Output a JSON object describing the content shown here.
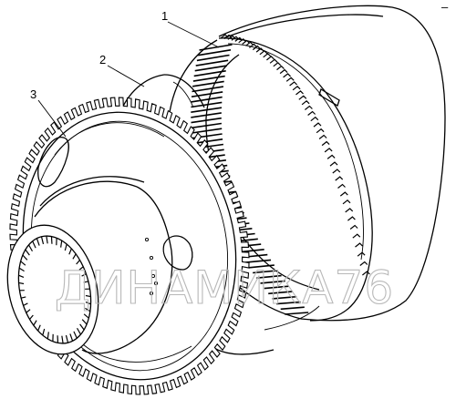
{
  "figure": {
    "callouts": [
      {
        "id": "1",
        "label": "1"
      },
      {
        "id": "2",
        "label": "2"
      },
      {
        "id": "3",
        "label": "3"
      }
    ],
    "top_right_mark": "–",
    "watermark": "ДИНАМИКА76"
  },
  "colors": {
    "ink": "#000000",
    "paper": "#ffffff",
    "watermark": "#b8b8b8"
  }
}
